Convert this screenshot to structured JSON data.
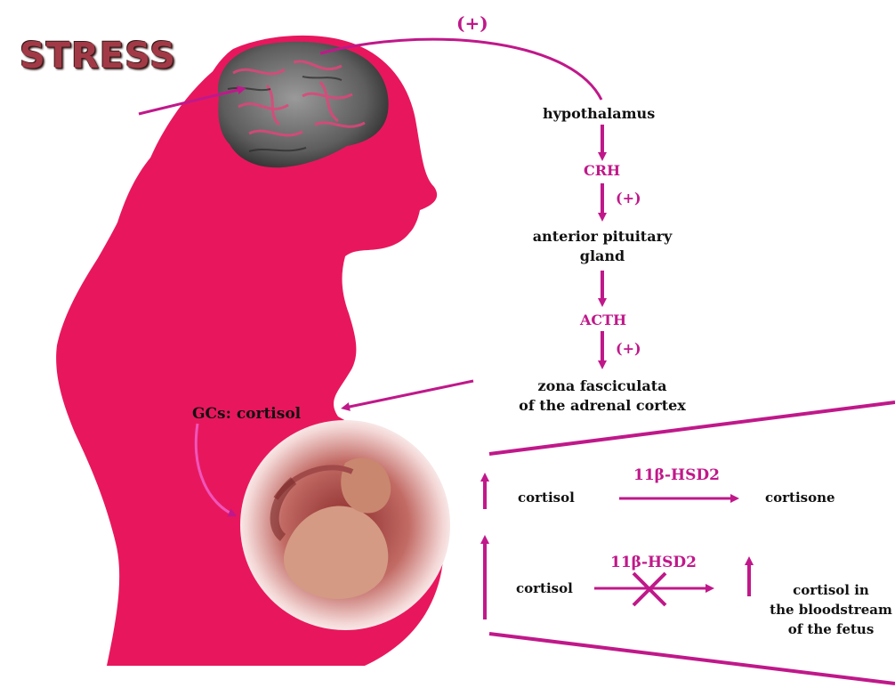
{
  "stress_label": "STRESS",
  "plus_top": "(+)",
  "hypothalamus": "hypothalamus",
  "crh": "CRH",
  "plus_crh": "(+)",
  "anterior_pituitary_1": "anterior pituitary",
  "anterior_pituitary_2": "gland",
  "acth": "ACTH",
  "plus_acth": "(+)",
  "zona_1": "zona fasciculata",
  "zona_2": "of the adrenal cortex",
  "gcs_cortisol": "GCs: cortisol",
  "cortisol_upper": "cortisol",
  "enzyme_upper": "11β-HSD2",
  "cortisone": "cortisone",
  "cortisol_lower": "cortisol",
  "enzyme_lower": "11β-HSD2",
  "fetus_1": "cortisol in",
  "fetus_2": "the bloodstream",
  "fetus_3": "of the fetus",
  "colors": {
    "silhouette": "#e8175d",
    "arrow": "#c0188a",
    "stress_text": "#a13a46",
    "text": "#111111"
  }
}
